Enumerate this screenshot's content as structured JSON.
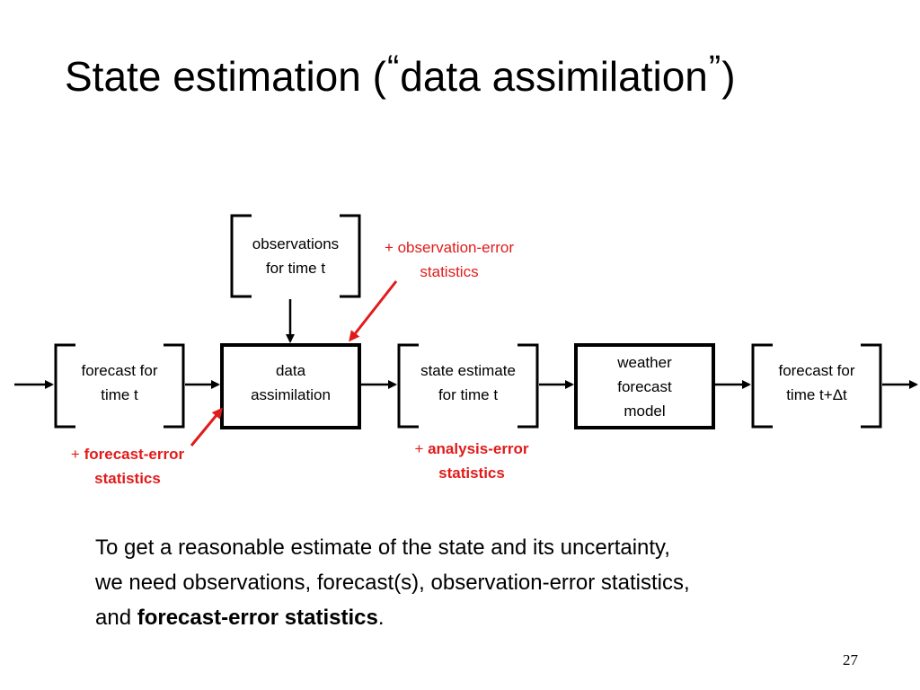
{
  "title": {
    "prefix": "State estimation (",
    "open_quote": "“",
    "term": "data assimilation",
    "close_quote": "”",
    "suffix": ")"
  },
  "diagram": {
    "nodes": [
      {
        "id": "observations",
        "kind": "bracket",
        "lines": [
          "observations",
          "for time t"
        ]
      },
      {
        "id": "forecast_t",
        "kind": "bracket",
        "lines": [
          "forecast for",
          "time t"
        ]
      },
      {
        "id": "data_assimilation",
        "kind": "process",
        "lines": [
          "data",
          "assimilation"
        ]
      },
      {
        "id": "state_estimate",
        "kind": "bracket",
        "lines": [
          "state estimate",
          "for time t"
        ]
      },
      {
        "id": "weather_model",
        "kind": "process",
        "lines": [
          "weather",
          "forecast",
          "model"
        ]
      },
      {
        "id": "forecast_t_dt",
        "kind": "bracket",
        "lines": [
          "forecast for",
          "time t+Δt"
        ]
      }
    ],
    "notes": {
      "observation_error": {
        "plus": "+ ",
        "line1": "observation-error",
        "line2": "statistics"
      },
      "forecast_error": {
        "plus": "+ ",
        "line1": "forecast-error",
        "line2": "statistics"
      },
      "analysis_error": {
        "plus": "+ ",
        "line1": "analysis-error",
        "line2": "statistics"
      }
    },
    "colors": {
      "annotation": "#e11b1b",
      "line": "#000000"
    }
  },
  "body": {
    "line1": "To get a reasonable estimate of the state and its uncertainty,",
    "line2": "we need observations, forecast(s), observation-error statistics,",
    "line3_start": "and ",
    "line3_bold": "forecast-error statistics",
    "line3_end": "."
  },
  "page_number": "27"
}
